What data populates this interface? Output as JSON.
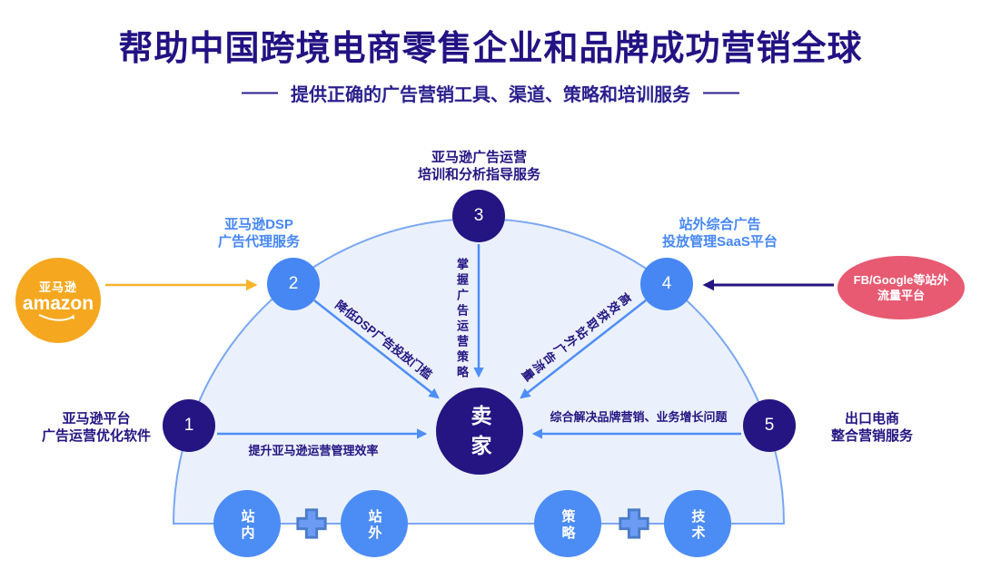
{
  "header": {
    "title": "帮助中国跨境电商零售企业和品牌成功营销全球",
    "dash": "——",
    "subtitle": "提供正确的广告营销工具、渠道、策略和培训服务"
  },
  "colors": {
    "title_navy": "#231283",
    "node_navy": "#241582",
    "node_blue": "#4687F4",
    "foundation_blue": "#4C8CF5",
    "arrow_blue": "#4E8EF7",
    "arrow_yellow": "#F7B32B",
    "arrow_navy": "#241582",
    "amazon_orange": "#F5A81F",
    "external_pink": "#E75A72",
    "dome_fill": "#EBF1FC",
    "dome_stroke": "#7AA7F3"
  },
  "seller": {
    "label": "卖家"
  },
  "sources": {
    "amazon": {
      "name_cn": "亚马逊",
      "name_en": "amazon"
    },
    "external": {
      "line1": "FB/Google等站外",
      "line2": "流量平台"
    }
  },
  "nodes": [
    {
      "number": "1",
      "label1": "亚马逊平台",
      "label2": "广告运营优化软件",
      "benefit": "提升亚马逊运营管理效率"
    },
    {
      "number": "2",
      "label1": "亚马逊DSP",
      "label2": "广告代理服务",
      "benefit": "降低DSP广告投放门槛"
    },
    {
      "number": "3",
      "label1": "亚马逊广告运营",
      "label2": "培训和分析指导服务",
      "benefit": "掌握广告运营策略"
    },
    {
      "number": "4",
      "label1": "站外综合广告",
      "label2": "投放管理SaaS平台",
      "benefit": "高效获取站外广告流量"
    },
    {
      "number": "5",
      "label1": "出口电商",
      "label2": "整合营销服务",
      "benefit": "综合解决品牌营销、业务增长问题"
    }
  ],
  "foundation": [
    {
      "label": "站内"
    },
    {
      "label": "站外"
    },
    {
      "label": "策略"
    },
    {
      "label": "技术"
    }
  ]
}
